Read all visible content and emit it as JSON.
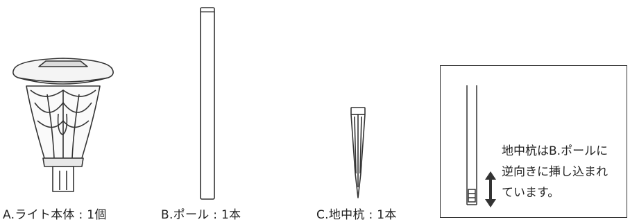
{
  "parts": [
    {
      "label": "A.ライト本体 : 1個",
      "icon": "solar-light-head-icon"
    },
    {
      "label": "B.ポール : 1本",
      "icon": "pole-icon"
    },
    {
      "label": "C.地中杭 : 1本",
      "icon": "ground-stake-icon"
    }
  ],
  "note": {
    "lines": [
      "地中杭はB.ポールに",
      "逆向きに挿し込まれ",
      "ています。"
    ],
    "icons": [
      "pole-with-stake-icon",
      "double-arrow-icon"
    ]
  }
}
